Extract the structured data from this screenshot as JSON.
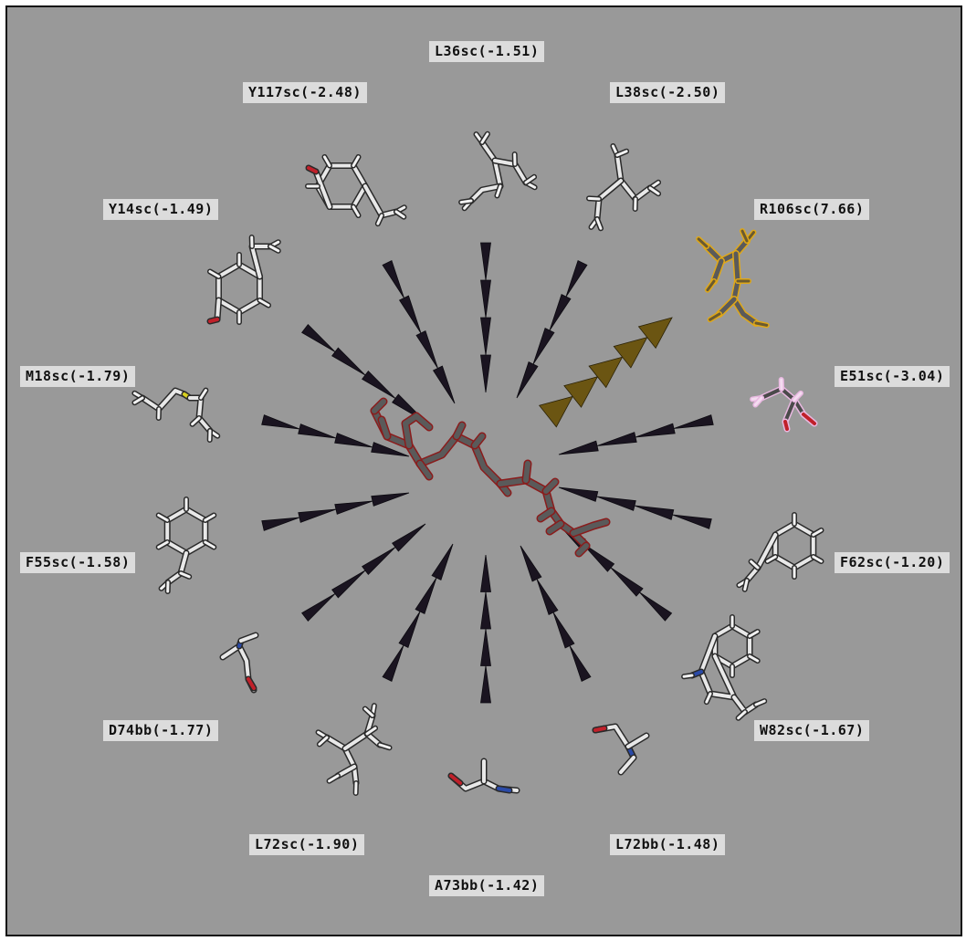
{
  "colors": {
    "background": "#999999",
    "label_bg": "#dcdcdc",
    "attractive_arrow": "#1a1420",
    "repulsive_arrow": "#6b5512",
    "ligand": "#8a1c1c",
    "carbon": "#e8e8e8",
    "oxygen": "#c0202a",
    "nitrogen": "#2a4aa8",
    "sulfur": "#d8d020",
    "highlight_arg": "#e0a818",
    "highlight_glu": "#e8b8e0"
  },
  "residues": [
    {
      "label": "L36sc(-1.51)",
      "kind": "attractive",
      "molecule": "leucine"
    },
    {
      "label": "L38sc(-2.50)",
      "kind": "attractive",
      "molecule": "leucine"
    },
    {
      "label": "R106sc(7.66)",
      "kind": "repulsive",
      "molecule": "arginine"
    },
    {
      "label": "E51sc(-3.04)",
      "kind": "attractive",
      "molecule": "glutamate"
    },
    {
      "label": "F62sc(-1.20)",
      "kind": "attractive",
      "molecule": "phenylalanine"
    },
    {
      "label": "W82sc(-1.67)",
      "kind": "attractive",
      "molecule": "tryptophan"
    },
    {
      "label": "L72bb(-1.48)",
      "kind": "attractive",
      "molecule": "backbone"
    },
    {
      "label": "A73bb(-1.42)",
      "kind": "attractive",
      "molecule": "backbone"
    },
    {
      "label": "L72sc(-1.90)",
      "kind": "attractive",
      "molecule": "leucine"
    },
    {
      "label": "D74bb(-1.77)",
      "kind": "attractive",
      "molecule": "backbone"
    },
    {
      "label": "F55sc(-1.58)",
      "kind": "attractive",
      "molecule": "phenylalanine"
    },
    {
      "label": "M18sc(-1.79)",
      "kind": "attractive",
      "molecule": "methionine"
    },
    {
      "label": "Y14sc(-1.49)",
      "kind": "attractive",
      "molecule": "tyrosine"
    },
    {
      "label": "Y117sc(-2.48)",
      "kind": "attractive",
      "molecule": "tyrosine"
    }
  ]
}
